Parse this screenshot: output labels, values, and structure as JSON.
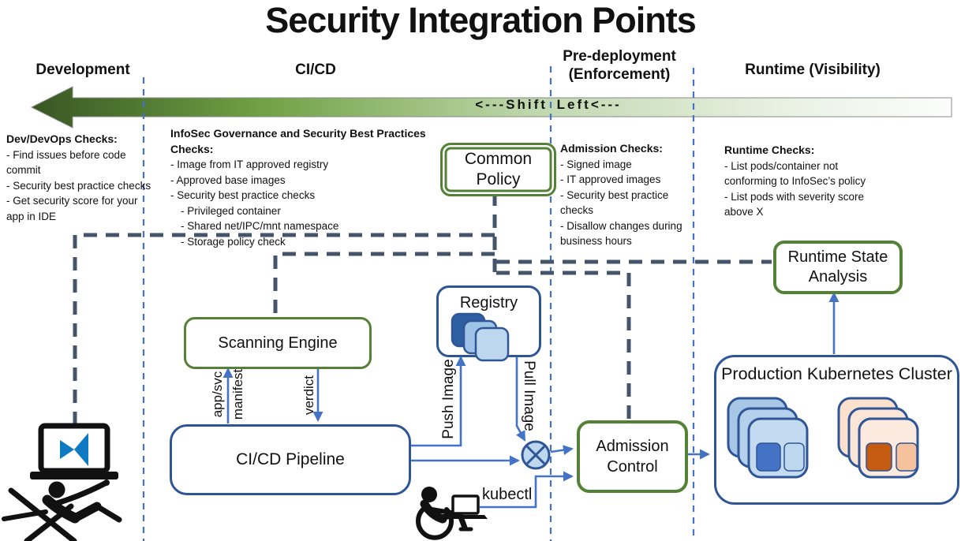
{
  "title": "Security Integration Points",
  "phases": {
    "development": "Development",
    "cicd": "CI/CD",
    "predeployment_line1": "Pre-deployment",
    "predeployment_line2": "(Enforcement)",
    "runtime": "Runtime (Visibility)"
  },
  "shift_left_label": "<---Shift Left<---",
  "checks": {
    "dev": {
      "title": "Dev/DevOps Checks:",
      "items": [
        "- Find issues before code commit",
        "- Security best practice checks",
        "- Get security score for your app in IDE"
      ]
    },
    "infosec": {
      "title": "InfoSec Governance and Security Best Practices Checks:",
      "items": [
        "- Image from IT approved registry",
        "- Approved base images",
        "- Security best practice checks",
        "- Privileged container",
        "- Shared net/IPC/mnt namespace",
        "- Storage policy check"
      ]
    },
    "admission": {
      "title": "Admission Checks:",
      "items": [
        "- Signed image",
        "- IT approved images",
        "- Security best practice checks",
        "- Disallow changes during business hours"
      ]
    },
    "runtime": {
      "title": "Runtime Checks:",
      "items": [
        "- List pods/container not conforming to InfoSec’s policy",
        "- List pods with severity score above X"
      ]
    }
  },
  "boxes": {
    "common_policy": "Common Policy",
    "scanning_engine": "Scanning Engine",
    "cicd_pipeline": "CI/CD Pipeline",
    "registry": "Registry",
    "admission_control": "Admission Control",
    "runtime_state_analysis": "Runtime State Analysis",
    "production_cluster": "Production Kubernetes Cluster"
  },
  "edge_labels": {
    "app_svc_line1": "app/svc",
    "app_svc_line2": "manifest",
    "verdict": "verdict",
    "push_image": "Push Image",
    "pull_image": "Pull Image",
    "kubectl": "kubectl"
  },
  "icons": [
    "vs-laptop-icon",
    "reclining-person-icon",
    "wheelchair-person-icon",
    "laptop-icon",
    "merge-junction-icon",
    "registry-images-stack-icon",
    "pods-blue-stack-icon",
    "pods-orange-stack-icon",
    "shift-left-arrow"
  ],
  "colors": {
    "green_box_border": "#538135",
    "blue_box_border": "#2f5597",
    "arrow_blue": "#4472c4",
    "connector_dark": "#44546a",
    "separator_blue": "#4472c4",
    "shift_arrow_dark": "#375623",
    "shift_arrow_mid": "#70a144",
    "shift_arrow_light": "#fbfdfb",
    "registry_back_square": "#2e5fa3",
    "pod_blue_fill": "#bdd7ee",
    "pod_blue_inner_dark": "#4472c4",
    "pod_orange_fill": "#fbe5d6",
    "pod_orange_inner_dark": "#c55a11",
    "pod_orange_inner_light": "#f5c29d",
    "vs_logo_blue": "#0e7ac4",
    "icon_black": "#111111"
  }
}
